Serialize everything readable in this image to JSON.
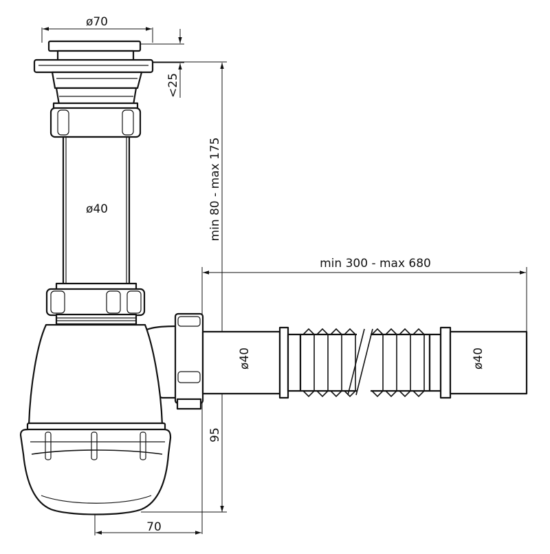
{
  "dimensions": {
    "grid_diameter": "ø70",
    "grid_height": "<25",
    "tube_diameter": "ø40",
    "vertical_range": "min 80 - max 175",
    "horizontal_range": "min 300 - max 680",
    "outlet_diameter_1": "ø40",
    "outlet_diameter_2": "ø40",
    "bowl_height": "95",
    "bowl_offset": "70"
  },
  "colors": {
    "line": "#111111",
    "background": "#ffffff"
  }
}
